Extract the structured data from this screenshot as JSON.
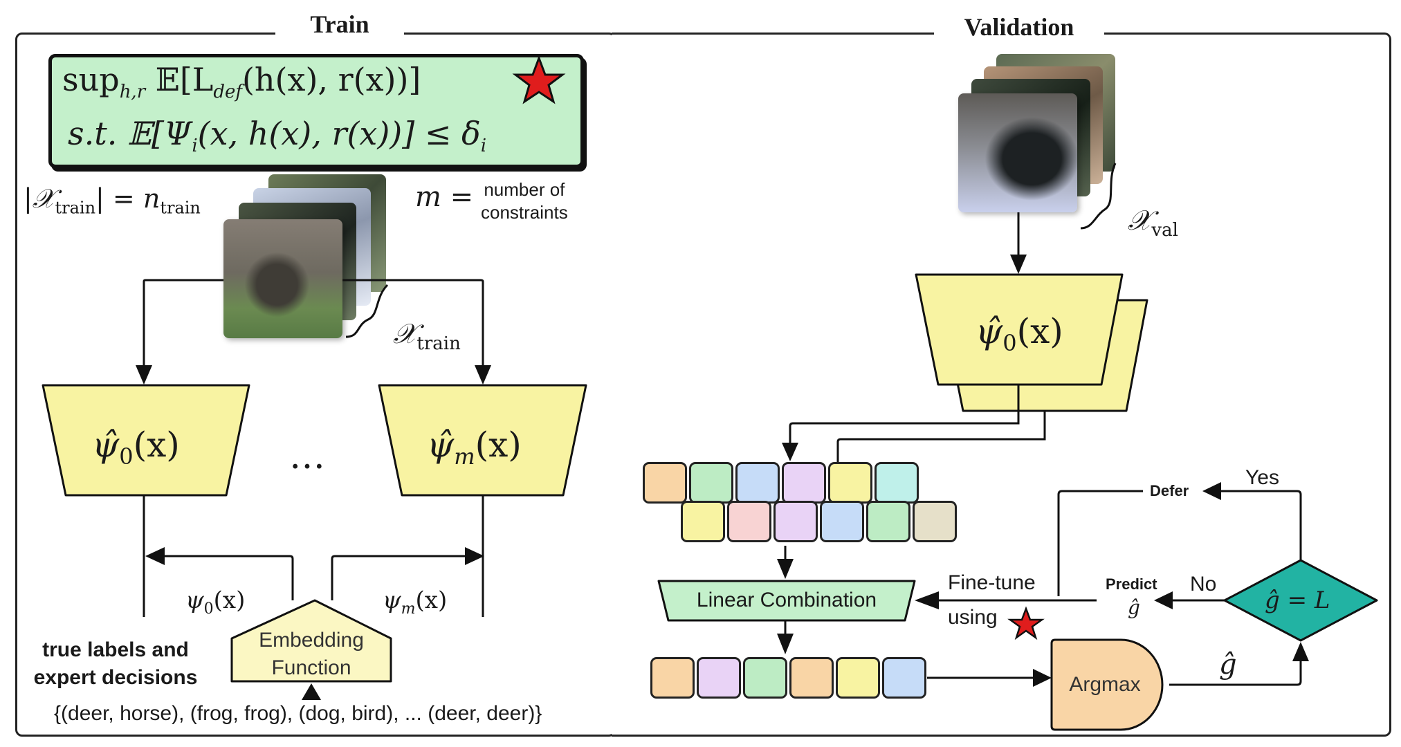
{
  "train": {
    "title": "Train",
    "objective_line1": "sup",
    "objective_sub1": "h,r",
    "objective_rest1": " 𝔼[L",
    "objective_sub_def": "def",
    "objective_tail1": "(h(x), r(x))]",
    "objective_line2": "s.t.   𝔼[Ψ",
    "objective_sub2": "i",
    "objective_tail2": "(x, h(x), r(x))] ≤ δ",
    "objective_sub3": "i",
    "ntrain_left": "|𝒳",
    "ntrain_sub": "train",
    "ntrain_mid": "| = n",
    "ntrain_sub2": "train",
    "m_label": "m =",
    "m_note_line1": "number of",
    "m_note_line2": "constraints",
    "x_train": "𝒳",
    "x_train_sub": "train",
    "psi0_hat": "ψ̂",
    "psi0_hat_sub": "0",
    "psi0_hat_tail": "(x)",
    "psim_hat": "ψ̂",
    "psim_hat_sub": "m",
    "psim_hat_tail": "(x)",
    "dots": "…",
    "psi0": "ψ",
    "psi0_sub": "0",
    "psi0_tail": "(x)",
    "psim": "ψ",
    "psim_sub": "m",
    "psim_tail": "(x)",
    "embedding_line1": "Embedding",
    "embedding_line2": "Function",
    "true_labels_line1": "true labels and",
    "true_labels_line2": "expert decisions",
    "pairs": "{(deer, horse), (frog, frog), (dog, bird), ... (deer, deer)}"
  },
  "validation": {
    "title": "Validation",
    "x_val": "𝒳",
    "x_val_sub": "val",
    "psi0_hat": "ψ̂",
    "psi0_hat_sub": "0",
    "psi0_hat_tail": "(x)",
    "linear_combination": "Linear Combination",
    "fine_tune": "Fine-tune",
    "using": "using",
    "argmax": "Argmax",
    "g_hat": "ĝ",
    "decision": "ĝ = L",
    "yes": "Yes",
    "no": "No",
    "defer": "Defer",
    "predict": "Predict",
    "predict_g": "ĝ"
  },
  "colors": {
    "objective_green": "#c4f0cb",
    "psi_yellow": "#f8f3a2",
    "linear_green": "#c4f0cb",
    "argmax_orange": "#f9d5a6",
    "decision_teal": "#22b3a3",
    "embedding_yellow": "#fbf7c3",
    "star_red": "#e01d1d"
  },
  "cells_row1": [
    "#f9d5a6",
    "#bdecc4",
    "#c6dcf8",
    "#e9d3f6",
    "#f8f3a2",
    "#bff0ea"
  ],
  "cells_row2": [
    "#f8f3a2",
    "#f8d3d3",
    "#e9d3f6",
    "#c6dcf8",
    "#bdecc4",
    "#e6e0c9"
  ],
  "cells_out": [
    "#f9d5a6",
    "#e9d3f6",
    "#bdecc4",
    "#f9d5a6",
    "#f8f3a2",
    "#c6dcf8"
  ]
}
